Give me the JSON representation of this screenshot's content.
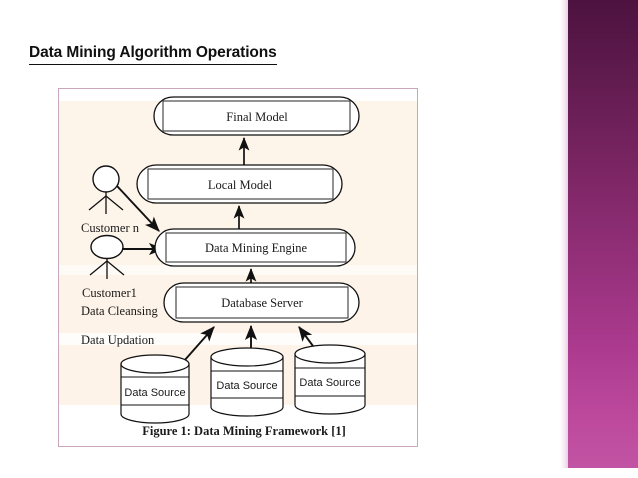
{
  "slide": {
    "title": "Data Mining Algorithm Operations",
    "background_color": "#ffffff",
    "accent_band_color": "#94307a"
  },
  "figure": {
    "border_color": "#c9a6bd",
    "background_color": "#fdf4ea",
    "caption": "Figure 1: Data Mining Framework [1]",
    "nodes": {
      "final_model": "Final Model",
      "local_model": "Local Model",
      "data_mining_engine": "Data Mining Engine",
      "database_server": "Database Server"
    },
    "actors": {
      "customer_n": "Customer n",
      "customer_1": "Customer1"
    },
    "annotations": {
      "data_cleansing": "Data Cleansing",
      "data_updation": "Data Updation"
    },
    "data_sources": [
      "Data Source",
      "Data Source",
      "Data Source"
    ]
  }
}
